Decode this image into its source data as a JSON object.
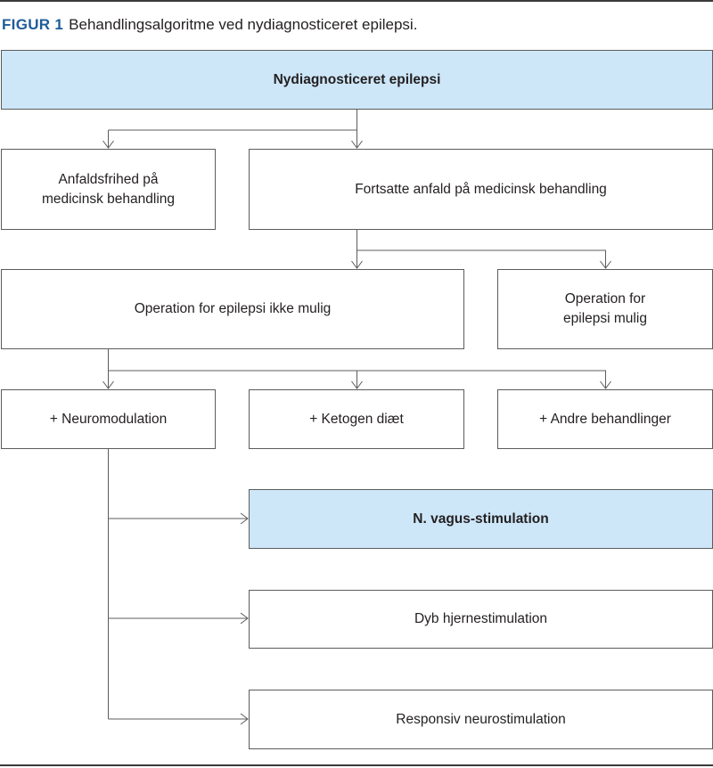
{
  "figure": {
    "label": "FIGUR 1",
    "title": "Behandlingsalgoritme ved nydiagnosticeret epilepsi."
  },
  "nodes": {
    "root": "Nydiagnosticeret epilepsi",
    "seizure_free_line1": "Anfaldsfrihed på",
    "seizure_free_line2": "medicinsk behandling",
    "continued": "Fortsatte anfald på medicinsk behandling",
    "surgery_not_possible": "Operation for epilepsi ikke mulig",
    "surgery_possible_line1": "Operation for",
    "surgery_possible_line2": "epilepsi mulig",
    "neuromodulation": "+ Neuromodulation",
    "ketogenic": "+ Ketogen diæt",
    "other": "+ Andre behandlinger",
    "vagus": "N. vagus-stimulation",
    "dbs": "Dyb hjernestimulation",
    "rns": "Responsiv neurostimulation"
  },
  "colors": {
    "highlight_fill": "#cde7f9",
    "border": "#5c5c5c",
    "connector": "#5c5c5c",
    "caption_label": "#1f5c99"
  }
}
